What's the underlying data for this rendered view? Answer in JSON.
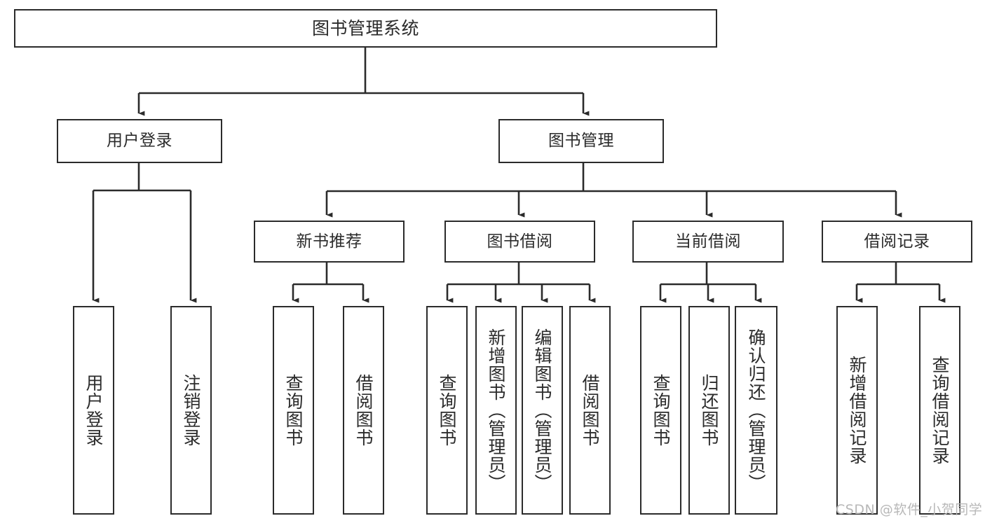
{
  "diagram": {
    "type": "tree-hierarchy-chart",
    "title": "图书管理系统",
    "watermark": "CSDN @软件_小贺同学",
    "colors": {
      "border": "#2b2b2b",
      "background": "#ffffff",
      "text": "#2b2b2b",
      "watermark": "#b8b8b8"
    },
    "nodes": {
      "root": {
        "label": "图书管理系统"
      },
      "level1": [
        {
          "id": "user-login",
          "label": "用户登录"
        },
        {
          "id": "book-management",
          "label": "图书管理"
        }
      ],
      "level2": [
        {
          "id": "new-book-recommend",
          "label": "新书推荐"
        },
        {
          "id": "book-borrow",
          "label": "图书借阅"
        },
        {
          "id": "current-borrow",
          "label": "当前借阅"
        },
        {
          "id": "borrow-record",
          "label": "借阅记录"
        }
      ],
      "leaves": {
        "user-login": [
          {
            "id": "leaf-user-login",
            "label": "用户登录"
          },
          {
            "id": "leaf-logout-login",
            "label": "注销登录"
          }
        ],
        "new-book-recommend": [
          {
            "id": "leaf-query-book-1",
            "label": "查询图书"
          },
          {
            "id": "leaf-borrow-book-1",
            "label": "借阅图书"
          }
        ],
        "book-borrow": [
          {
            "id": "leaf-query-book-2",
            "label": "查询图书"
          },
          {
            "id": "leaf-add-book",
            "label": "新增图书（管理员）"
          },
          {
            "id": "leaf-edit-book",
            "label": "编辑图书（管理员）"
          },
          {
            "id": "leaf-borrow-book-2",
            "label": "借阅图书"
          }
        ],
        "current-borrow": [
          {
            "id": "leaf-query-book-3",
            "label": "查询图书"
          },
          {
            "id": "leaf-return-book",
            "label": "归还图书"
          },
          {
            "id": "leaf-confirm-return",
            "label": "确认归还（管理员）"
          }
        ],
        "borrow-record": [
          {
            "id": "leaf-add-record",
            "label": "新增借阅记录"
          },
          {
            "id": "leaf-query-record",
            "label": "查询借阅记录"
          }
        ]
      }
    }
  }
}
